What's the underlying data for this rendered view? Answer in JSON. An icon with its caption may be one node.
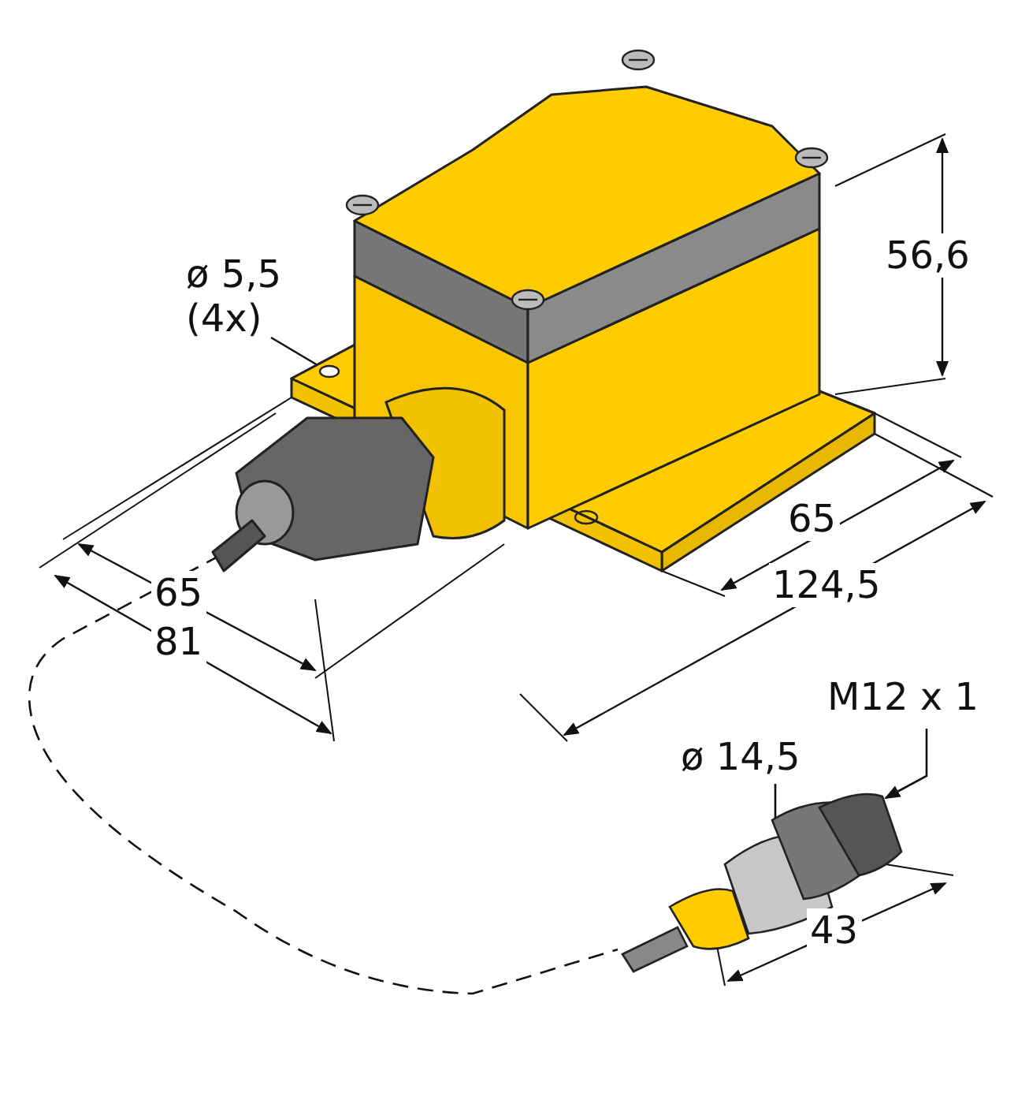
{
  "diagram": {
    "nodes": [
      {
        "text": [],
        "shape": "picture"
      },
      {
        "text": [],
        "shape": "picture"
      },
      {
        "text": [
          "ø 5,5 (4x)"
        ]
      },
      {
        "text": [],
        "shape": "circle",
        "in": 0
      },
      {
        "text": [
          "ø 14,5"
        ]
      },
      {
        "text": [
          "M12 x 1"
        ]
      }
    ],
    "edges": [
      {
        "from": 2,
        "to": 3,
        "arrow": "none"
      },
      {
        "from": 4,
        "to": 1,
        "arrow": "none"
      },
      {
        "from": 5,
        "to": 1,
        "arrow": "to"
      },
      {
        "from": 0,
        "to": 1,
        "arrow": "none",
        "style": "dashed"
      }
    ],
    "labels": [
      "56,6",
      "65",
      "124,5",
      "65",
      "81",
      "43"
    ]
  }
}
